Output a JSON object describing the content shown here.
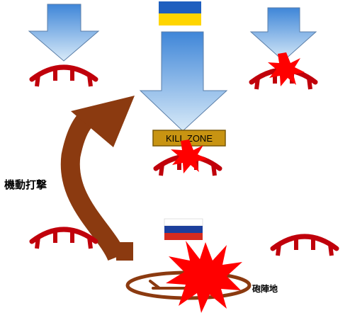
{
  "labels": {
    "kill_zone": "KILL ZONE",
    "maneuver_strike": "機動打撃",
    "artillery_position": "砲陣地"
  },
  "flags": {
    "ukraine": {
      "top": "#1f5fbf",
      "bottom": "#ffd500"
    },
    "russia": {
      "top": "#ffffff",
      "middle": "#1c3f9c",
      "bottom": "#d52b1e"
    }
  },
  "colors": {
    "arrow_gradient_top": "#3f86d8",
    "arrow_gradient_bottom": "#d8eaf8",
    "arrow_outline": "#5a7ea8",
    "defense_line": "#c0000b",
    "explosion": "#ff0000",
    "maneuver_arrow": "#8b3a10",
    "kill_zone_box": "#c89412",
    "kill_zone_border": "#7a5a08",
    "artillery_ring": "#8b3a10"
  },
  "icons": {
    "defense": "arch-fortification-icon",
    "attack": "down-arrow-icon",
    "hit": "explosion-icon"
  }
}
